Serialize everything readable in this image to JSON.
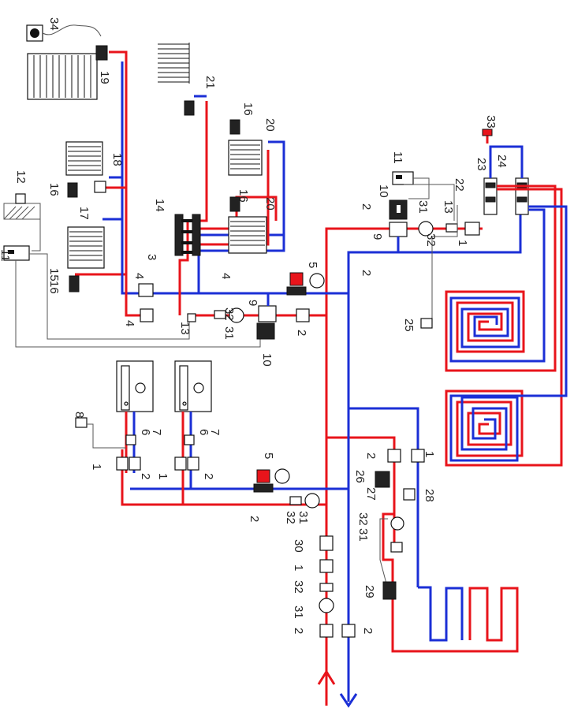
{
  "colors": {
    "supply": "#e8141b",
    "return": "#1b2fd6",
    "outline": "#111111"
  },
  "labels": {
    "l1a": "1",
    "l1b": "1",
    "l1c": "1",
    "l1d": "1",
    "l1e": "1",
    "l2a": "2",
    "l2b": "2",
    "l2c": "2",
    "l2d": "2",
    "l2e": "2",
    "l2f": "2",
    "l2g": "2",
    "l2h": "2",
    "l2i": "2",
    "l3": "3",
    "l4a": "4",
    "l4b": "4",
    "l4c": "4",
    "l5a": "5",
    "l5b": "5",
    "l6a": "6",
    "l6b": "6",
    "l7a": "7",
    "l7b": "7",
    "l8": "8",
    "l9a": "9",
    "l9b": "9",
    "l10a": "10",
    "l10b": "10",
    "l11a": "11",
    "l11b": "11",
    "l12": "12",
    "l13a": "13",
    "l13b": "13",
    "l14": "14",
    "l15": "15",
    "l16a": "16",
    "l16b": "16",
    "l16c": "16",
    "l16d": "16",
    "l17": "17",
    "l18": "18",
    "l19": "19",
    "l20a": "20",
    "l20b": "20",
    "l21": "21",
    "l22": "22",
    "l23": "23",
    "l24": "24",
    "l25": "25",
    "l26": "26",
    "l27": "27",
    "l28": "28",
    "l29": "29",
    "l30": "30",
    "l31a": "31",
    "l31b": "31",
    "l31c": "31",
    "l31d": "31",
    "l31e": "31",
    "l32a": "32",
    "l32b": "32",
    "l32c": "32",
    "l32d": "32",
    "l32e": "32",
    "l33": "33",
    "l34": "34"
  }
}
